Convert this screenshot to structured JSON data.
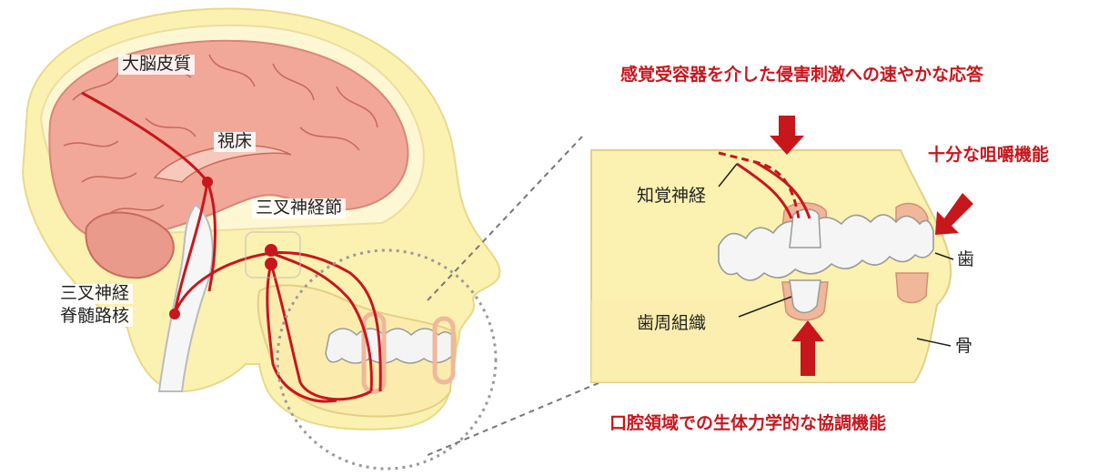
{
  "labels": {
    "cerebral_cortex": "大脳皮質",
    "thalamus": "視床",
    "trigeminal_ganglion": "三叉神経節",
    "spinal_nucleus_line1": "三叉神経",
    "spinal_nucleus_line2": "脊髄路核",
    "sensory_nerve": "知覚神経",
    "periodontal_tissue": "歯周組織",
    "tooth": "歯",
    "bone": "骨"
  },
  "annotations": {
    "top": "感覚受容器を介した侵害刺激への速やかな応答",
    "right": "十分な咀嚼機能",
    "bottom": "口腔領域での生体力学的な協調機能"
  },
  "colors": {
    "nerve": "#c8161d",
    "arrow": "#c8161d",
    "head_fill": "#fbf1b0",
    "brain_fill": "#f2a898",
    "tooth_fill": "#f4f4f4",
    "gum_fill": "#f0b79a"
  }
}
